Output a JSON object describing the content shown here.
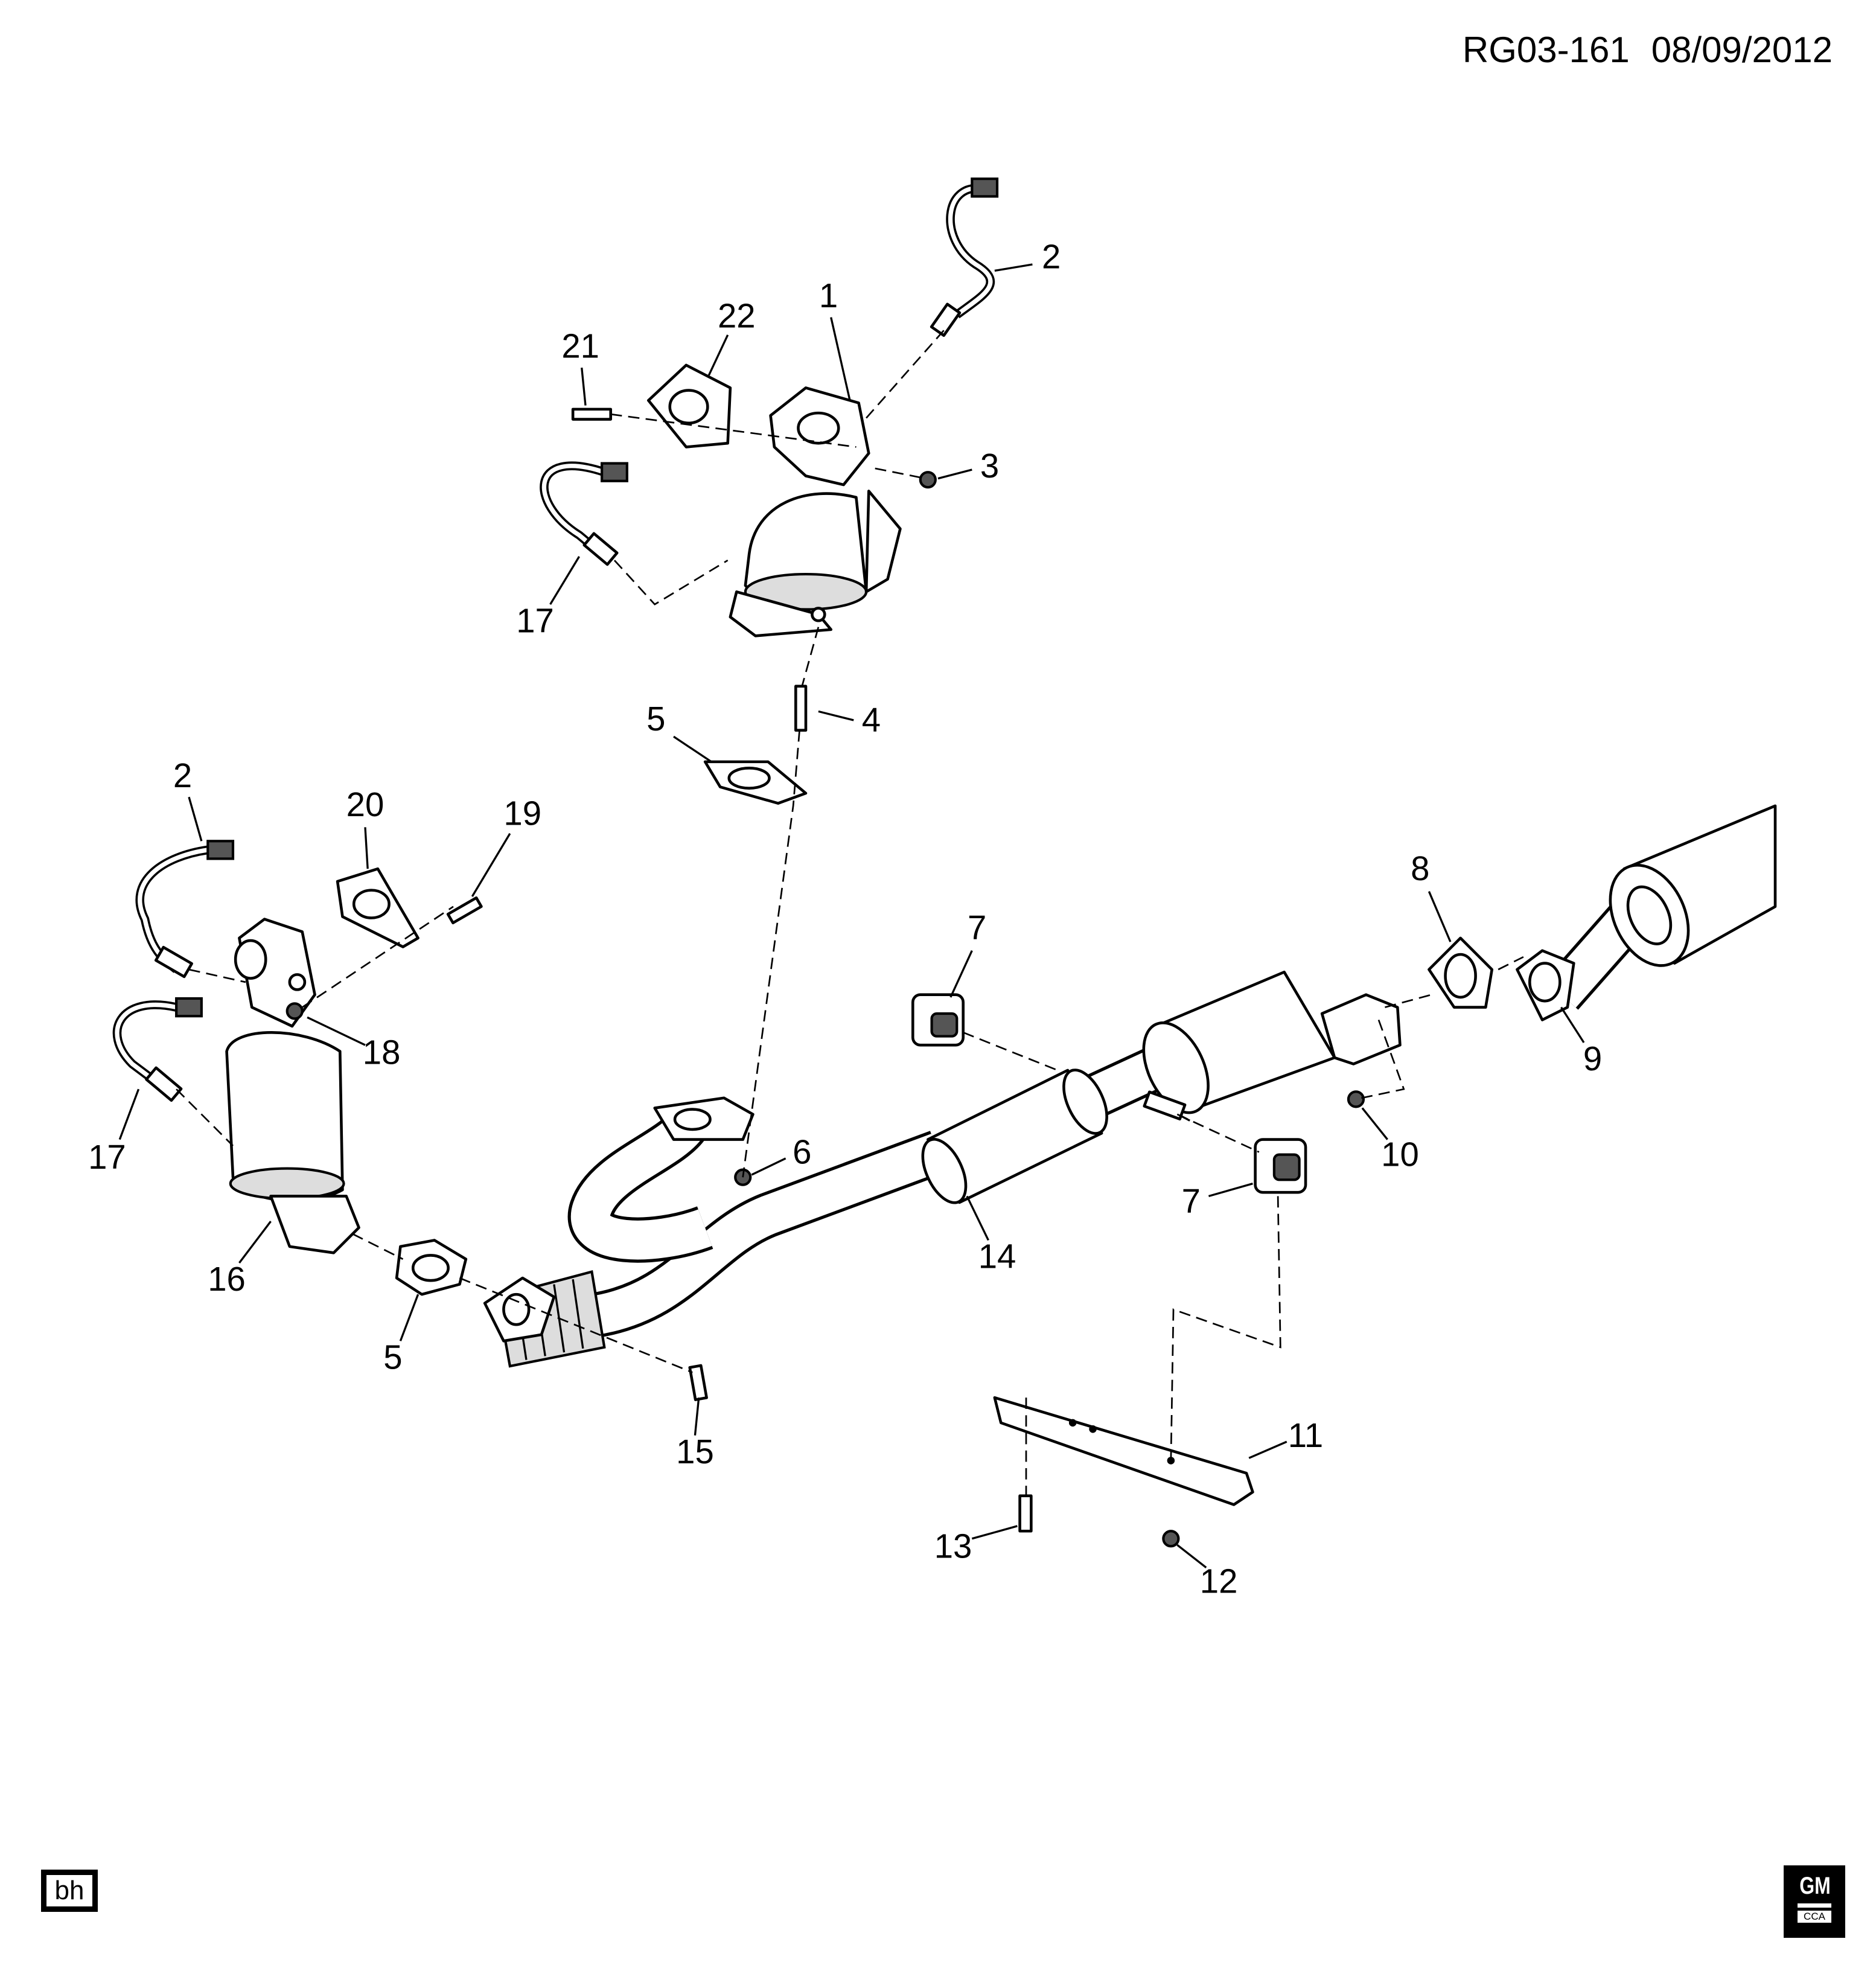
{
  "header": {
    "diagram_id": "RG03-161",
    "date": "08/09/2012"
  },
  "footer": {
    "initials": "bh",
    "logo_main": "GM",
    "logo_sub": "CCA"
  },
  "callouts": [
    "1",
    "2",
    "22",
    "21",
    "3",
    "17",
    "4",
    "5",
    "2",
    "20",
    "19",
    "18",
    "17",
    "7",
    "8",
    "9",
    "10",
    "6",
    "14",
    "7",
    "16",
    "5",
    "15",
    "11",
    "13",
    "12"
  ]
}
